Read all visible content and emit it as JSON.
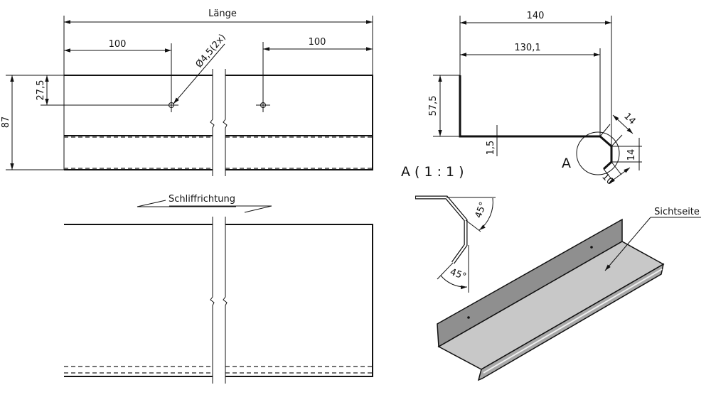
{
  "top_view": {
    "length_label": "Länge",
    "hole_offset_left": "100",
    "hole_offset_right": "100",
    "hole_callout": "Ø4,5(2x)",
    "hole_height": "27,5",
    "total_height": "87"
  },
  "bottom_view": {
    "grain_direction_label": "Schliffrichtung"
  },
  "section_view": {
    "width_total": "140",
    "width_inner": "130,1",
    "height": "57,5",
    "thickness": "1,5",
    "detail_marker": "A",
    "dim_bend_1": "14",
    "dim_bend_2": "14",
    "dim_bend_3": "10"
  },
  "detail_view": {
    "title": "A ( 1 : 1 )",
    "angle_top": "45°",
    "angle_bottom": "45°"
  },
  "iso_view": {
    "visible_side_label": "Sichtseite",
    "colors": {
      "wall": "#8f8f8f",
      "floor": "#c8c8c8",
      "lip": "#a8a8a8"
    }
  }
}
